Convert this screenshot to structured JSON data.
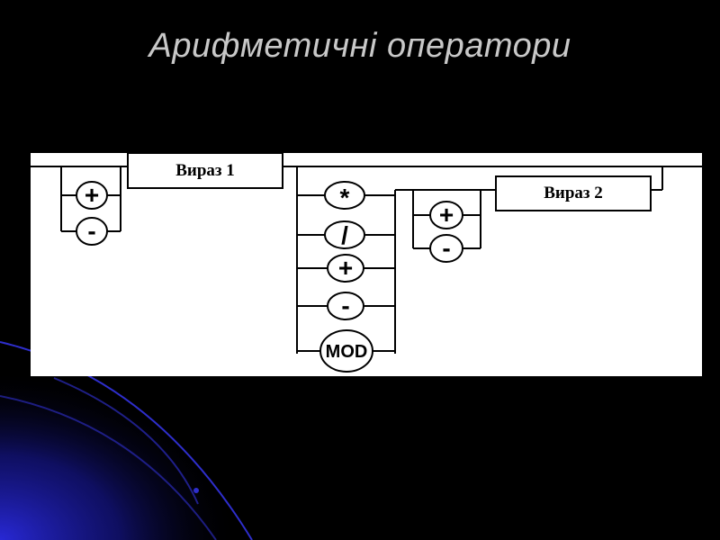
{
  "slide": {
    "title": "Арифметичні оператори"
  },
  "diagram": {
    "box_expr1": "Вираз 1",
    "box_expr2": "Вираз 2",
    "sign1": [
      "+",
      "-"
    ],
    "operators": [
      "*",
      "/",
      "+",
      "-",
      "MOD"
    ],
    "sign2": [
      "+",
      "-"
    ]
  },
  "colors": {
    "background": "#000000",
    "accent_glow": "#1f1fd0",
    "title_text": "#c8c8c8",
    "panel": "#ffffff",
    "ink": "#000000"
  }
}
